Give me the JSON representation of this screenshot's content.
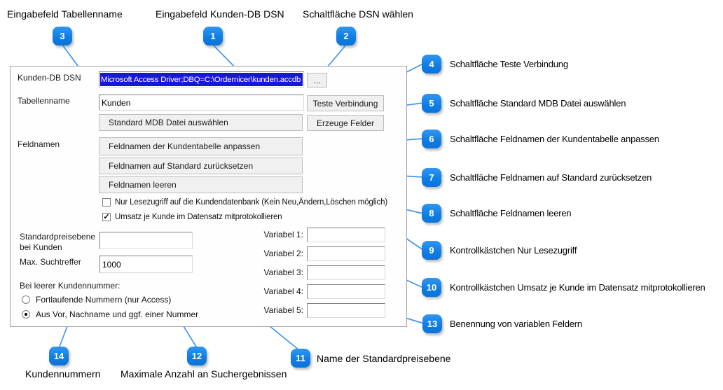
{
  "colors": {
    "badge_blue": "#1386ec",
    "line_blue": "#4196ef",
    "selection_blue": "#1717d8"
  },
  "callouts": {
    "top": [
      {
        "num": "3",
        "label": "Eingabefeld Tabellenname"
      },
      {
        "num": "1",
        "label": "Eingabefeld Kunden-DB DSN"
      },
      {
        "num": "2",
        "label": "Schaltfläche DSN wählen"
      }
    ],
    "right": [
      {
        "num": "4",
        "label": "Schaltfläche Teste Verbindung"
      },
      {
        "num": "5",
        "label": "Schaltfläche Standard MDB Datei auswählen"
      },
      {
        "num": "6",
        "label": "Schaltfläche Feldnamen der Kundentabelle anpassen"
      },
      {
        "num": "7",
        "label": "Schaltfläche Feldnamen auf Standard zurücksetzen"
      },
      {
        "num": "8",
        "label": "Schaltfläche Feldnamen leeren"
      },
      {
        "num": "9",
        "label": "Kontrollkästchen Nur Lesezugriff"
      },
      {
        "num": "10",
        "label": "Kontrollkästchen Umsatz je Kunde im Datensatz mitprotokollieren"
      },
      {
        "num": "13",
        "label": "Benennung von variablen Feldern"
      }
    ],
    "bottom": [
      {
        "num": "14",
        "label": "Kundennummern"
      },
      {
        "num": "12",
        "label": "Maximale Anzahl an Suchergebnissen"
      },
      {
        "num": "11",
        "label": "Name der Standardpreisebene"
      }
    ]
  },
  "dialog": {
    "dsn_label": "Kunden-DB DSN",
    "dsn_value": "Microsoft Access Driver;DBQ=C:\\Ordernicer\\kunden.accdb",
    "browse_button": "...",
    "table_label": "Tabellenname",
    "table_value": "Kunden",
    "test_connection_button": "Teste Verbindung",
    "standard_mdb_button": "Standard MDB Datei auswählen",
    "create_fields_button": "Erzeuge Felder",
    "fieldnames_label": "Feldnamen",
    "fieldnames_adjust_button": "Feldnamen der Kundentabelle anpassen",
    "fieldnames_reset_button": "Feldnamen auf Standard zurücksetzen",
    "fieldnames_clear_button": "Feldnamen leeren",
    "readonly_checkbox": {
      "label": "Nur Lesezugriff auf die Kundendatenbank (Kein Neu,Ändern,Löschen möglich)",
      "checked": false,
      "glyph": ""
    },
    "log_checkbox": {
      "label": "Umsatz je Kunde im Datensatz mitprotokollieren",
      "checked": true,
      "glyph": "✓"
    },
    "price_level_label_line1": "Standardpreisebene",
    "price_level_label_line2": "bei Kunden",
    "price_level_value": "",
    "max_hits_label": "Max. Suchtreffer",
    "max_hits_value": "1000",
    "empty_number_label": "Bei leerer Kundennummer:",
    "radio_sequential": {
      "label": "Fortlaufende Nummern (nur Access)",
      "selected": false
    },
    "radio_from_name": {
      "label": "Aus Vor, Nachname und ggf. einer Nummer",
      "selected": true
    },
    "variable_fields": [
      {
        "label": "Variabel 1:",
        "value": ""
      },
      {
        "label": "Variabel 2:",
        "value": ""
      },
      {
        "label": "Variabel 3:",
        "value": ""
      },
      {
        "label": "Variabel 4:",
        "value": ""
      },
      {
        "label": "Variabel 5:",
        "value": ""
      }
    ]
  }
}
